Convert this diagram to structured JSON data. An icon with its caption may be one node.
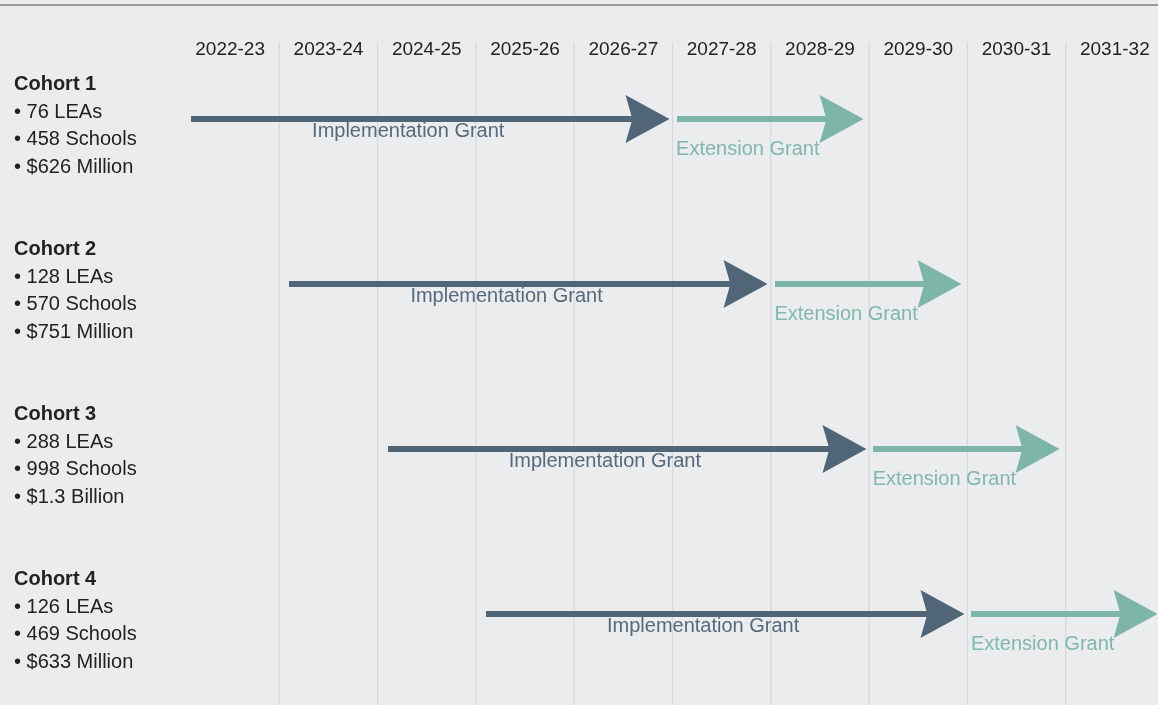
{
  "diagram": {
    "nodes": [
      {
        "text": [
          "Implementation Grant"
        ]
      },
      {
        "text": [
          "Extension Grant"
        ]
      },
      {
        "text": [
          "Implementation Grant"
        ]
      },
      {
        "text": [
          "Extension Grant"
        ]
      },
      {
        "text": [
          "Implementation Grant"
        ]
      },
      {
        "text": [
          "Extension Grant"
        ]
      },
      {
        "text": [
          "Implementation Grant"
        ]
      },
      {
        "text": [
          "Extension Grant"
        ]
      }
    ],
    "labels": [
      "2022-23",
      "2023-24",
      "2024-25",
      "2025-26",
      "2026-27",
      "2027-28",
      "2028-29",
      "2029-30",
      "2030-31",
      "2031-32",
      "Cohort 1",
      "• 76 LEAs",
      "• 458 Schools",
      "• $626 Million",
      "Cohort 2",
      "• 128 LEAs",
      "• 570 Schools",
      "• $751 Million",
      "Cohort 3",
      "• 288 LEAs",
      "• 998 Schools",
      "• $1.3 Billion",
      "Cohort 4",
      "• 126 LEAs",
      "• 469 Schools",
      "• $633 Million"
    ]
  }
}
